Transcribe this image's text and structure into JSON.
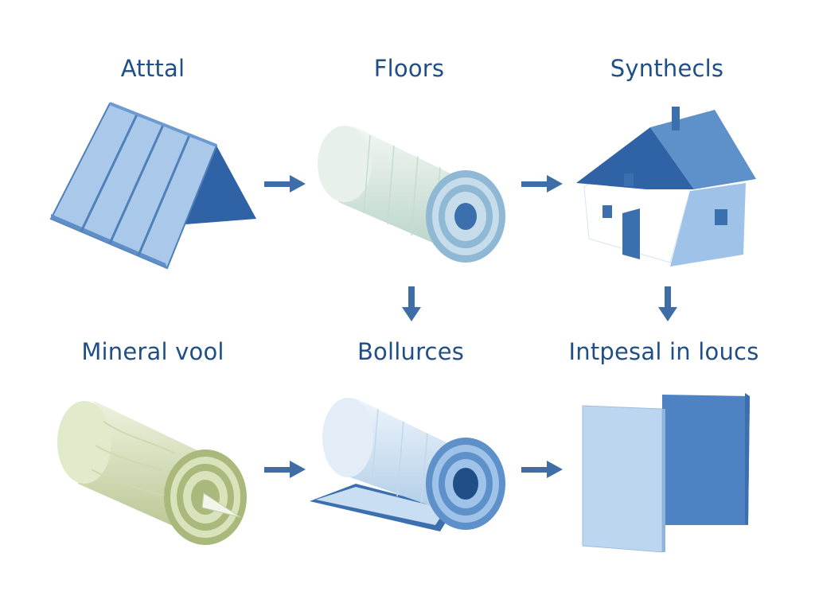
{
  "labels": {
    "top_left": "Atttal",
    "top_middle": "Floors",
    "top_right": "Synthecls",
    "bottom_left": "Mineral vool",
    "bottom_middle": "Bollurces",
    "bottom_right": "Intpesal in loucs"
  },
  "colors": {
    "label_text": "#1f4f86",
    "arrow": "#3f6ea6",
    "blue_light": "#a9c8ea",
    "blue_mid": "#6a9bd0",
    "blue_dark": "#3b6fae",
    "green_light": "#dfe8cd",
    "green_mid": "#c2d19f"
  },
  "icons": [
    "roof-icon",
    "foam-roll-icon",
    "house-icon",
    "mineral-wool-roll-icon",
    "roll-with-tray-icon",
    "panel-boards-icon",
    "arrow-right-icon",
    "arrow-down-icon"
  ]
}
